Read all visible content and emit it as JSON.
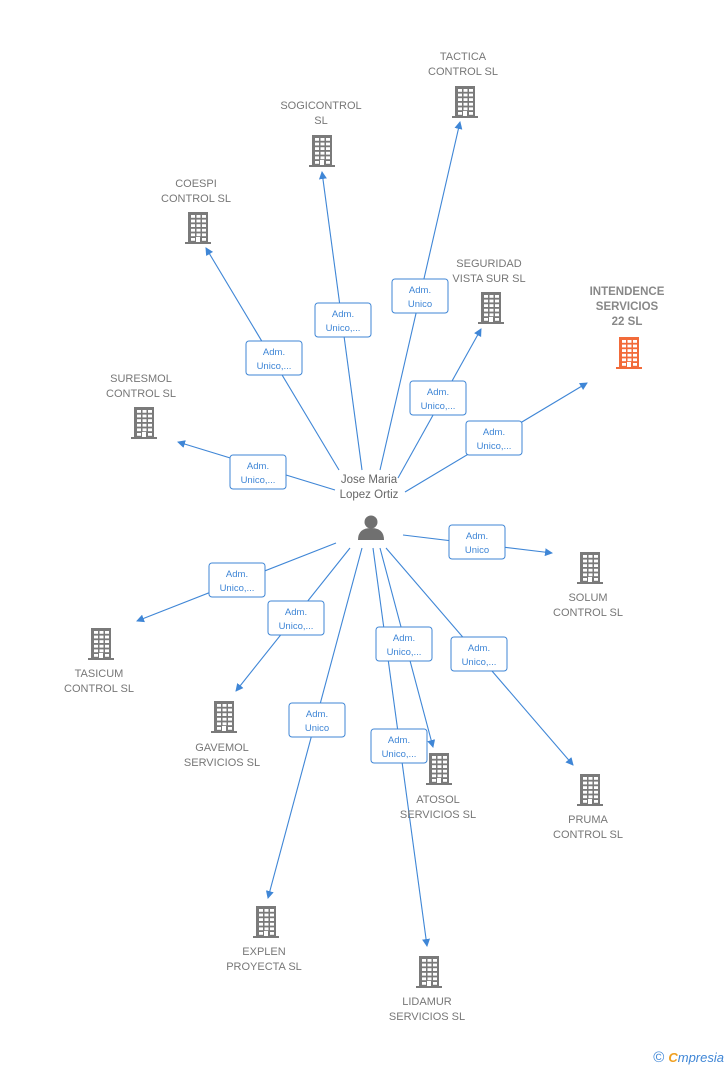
{
  "person": {
    "name_line1": "Jose Maria",
    "name_line2": "Lopez Ortiz"
  },
  "colors": {
    "edge": "#3f86d6",
    "building": "#7a7a7a",
    "highlight_building": "#f26b3a",
    "label": "#777777"
  },
  "nodes": [
    {
      "id": "tactica",
      "lines": [
        "TACTICA",
        "CONTROL SL"
      ],
      "highlight": false
    },
    {
      "id": "sogicontrol",
      "lines": [
        "SOGICONTROL",
        "SL"
      ],
      "highlight": false
    },
    {
      "id": "coespi",
      "lines": [
        "COESPI",
        "CONTROL  SL"
      ],
      "highlight": false
    },
    {
      "id": "seguridad",
      "lines": [
        "SEGURIDAD",
        "VISTA SUR  SL"
      ],
      "highlight": false
    },
    {
      "id": "intendence",
      "lines": [
        "INTENDENCE",
        "SERVICIOS",
        "22  SL"
      ],
      "highlight": true
    },
    {
      "id": "suresmol",
      "lines": [
        "SURESMOL",
        "CONTROL  SL"
      ],
      "highlight": false
    },
    {
      "id": "solum",
      "lines": [
        "SOLUM",
        "CONTROL SL"
      ],
      "highlight": false
    },
    {
      "id": "tasicum",
      "lines": [
        "TASICUM",
        "CONTROL  SL"
      ],
      "highlight": false
    },
    {
      "id": "gavemol",
      "lines": [
        "GAVEMOL",
        "SERVICIOS  SL"
      ],
      "highlight": false
    },
    {
      "id": "atosol",
      "lines": [
        "ATOSOL",
        "SERVICIOS  SL"
      ],
      "highlight": false
    },
    {
      "id": "pruma",
      "lines": [
        "PRUMA",
        "CONTROL  SL"
      ],
      "highlight": false
    },
    {
      "id": "explen",
      "lines": [
        "EXPLEN",
        "PROYECTA SL"
      ],
      "highlight": false
    },
    {
      "id": "lidamur",
      "lines": [
        "LIDAMUR",
        "SERVICIOS  SL"
      ],
      "highlight": false
    }
  ],
  "edges": [
    {
      "to": "tactica",
      "label": [
        "Adm.",
        "Unico"
      ]
    },
    {
      "to": "sogicontrol",
      "label": [
        "Adm.",
        "Unico,..."
      ]
    },
    {
      "to": "coespi",
      "label": [
        "Adm.",
        "Unico,..."
      ]
    },
    {
      "to": "seguridad",
      "label": [
        "Adm.",
        "Unico,..."
      ]
    },
    {
      "to": "intendence",
      "label": [
        "Adm.",
        "Unico,..."
      ]
    },
    {
      "to": "suresmol",
      "label": [
        "Adm.",
        "Unico,..."
      ]
    },
    {
      "to": "solum",
      "label": [
        "Adm.",
        "Unico"
      ]
    },
    {
      "to": "tasicum",
      "label": [
        "Adm.",
        "Unico,..."
      ]
    },
    {
      "to": "gavemol",
      "label": [
        "Adm.",
        "Unico,..."
      ]
    },
    {
      "to": "atosol",
      "label": [
        "Adm.",
        "Unico,..."
      ]
    },
    {
      "to": "pruma",
      "label": [
        "Adm.",
        "Unico,..."
      ]
    },
    {
      "to": "explen",
      "label": [
        "Adm.",
        "Unico"
      ]
    },
    {
      "to": "lidamur",
      "label": [
        "Adm.",
        "Unico,..."
      ]
    }
  ],
  "footer": {
    "copyright": "©",
    "brand_first": "C",
    "brand_rest": "mpresia"
  }
}
